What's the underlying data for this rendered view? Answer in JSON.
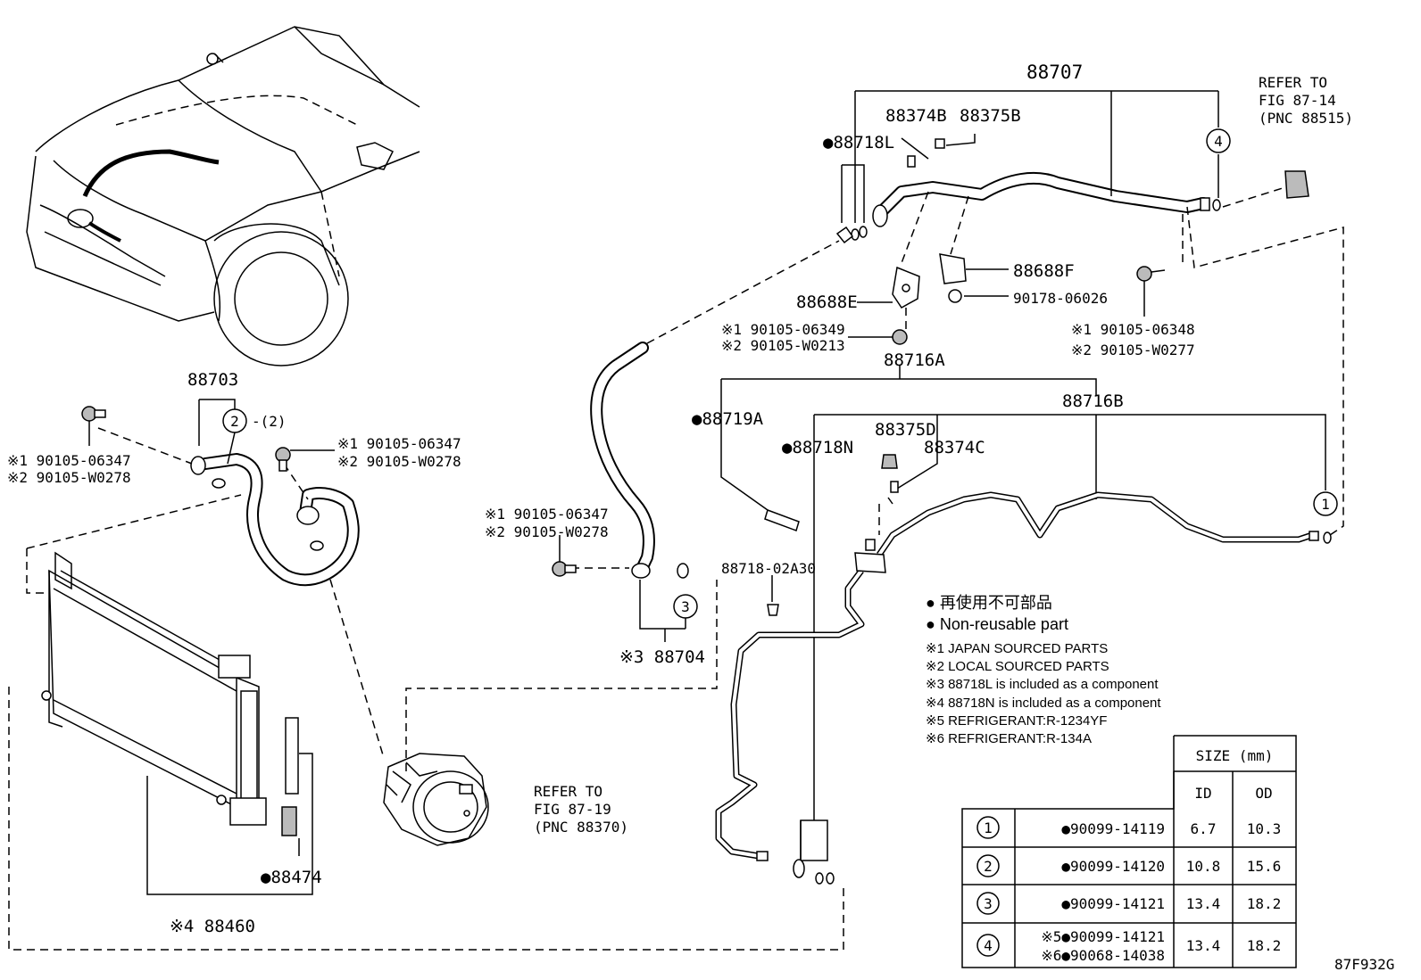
{
  "callouts": {
    "p88707": "88707",
    "p88374B": "88374B",
    "p88375B": "88375B",
    "p88718L": "●88718L",
    "refer_fig_87_14": [
      "REFER TO",
      "FIG 87-14",
      "(PNC 88515)"
    ],
    "p88688F": "88688F",
    "p88688E": "88688E",
    "p90178": "90178-06026",
    "bolt_06349": "※1 90105-06349",
    "bolt_W0213": "※2 90105-W0213",
    "bolt_06348": "※1 90105-06348",
    "bolt_W0277": "※2 90105-W0277",
    "p88716A": "88716A",
    "p88716B": "88716B",
    "p88719A": "●88719A",
    "p88375D": "88375D",
    "p88374C": "88374C",
    "p88718N": "●88718N",
    "p88703": "88703",
    "qty2": "-(2)",
    "bolt_left_1": "※1 90105-06347",
    "bolt_left_2": "※2 90105-W0278",
    "bolt_mid_1": "※1 90105-06347",
    "bolt_mid_2": "※2 90105-W0278",
    "bolt_hose_1": "※1 90105-06347",
    "bolt_hose_2": "※2 90105-W0278",
    "p88718_02A30": "88718-02A30",
    "p88704": "※3 88704",
    "refer_fig_87_19": [
      "REFER TO",
      "FIG 87-19",
      "(PNC 88370)"
    ],
    "p88474": "●88474",
    "p88460": "※4 88460",
    "diagram_id": "87F932G"
  },
  "circle_markers": [
    "1",
    "2",
    "3",
    "4"
  ],
  "legend": {
    "nonreusable_jp": "● 再使用不可部品",
    "nonreusable_en": "● Non-reusable part",
    "notes": [
      "※1 JAPAN SOURCED PARTS",
      "※2 LOCAL SOURCED PARTS",
      "※3 88718L is included as a component",
      "※4 88718N is included as a component",
      "※5 REFRIGERANT:R-1234YF",
      "※6 REFRIGERANT:R-134A"
    ]
  },
  "size_table": {
    "header": "SIZE (mm)",
    "col_id": "ID",
    "col_od": "OD",
    "rows": [
      {
        "key": "1",
        "parts": [
          "●90099-14119"
        ],
        "id": "6.7",
        "od": "10.3"
      },
      {
        "key": "2",
        "parts": [
          "●90099-14120"
        ],
        "id": "10.8",
        "od": "15.6"
      },
      {
        "key": "3",
        "parts": [
          "●90099-14121"
        ],
        "id": "13.4",
        "od": "18.2"
      },
      {
        "key": "4",
        "parts": [
          "※5●90099-14121",
          "※6●90068-14038"
        ],
        "id": "13.4",
        "od": "18.2"
      }
    ]
  }
}
